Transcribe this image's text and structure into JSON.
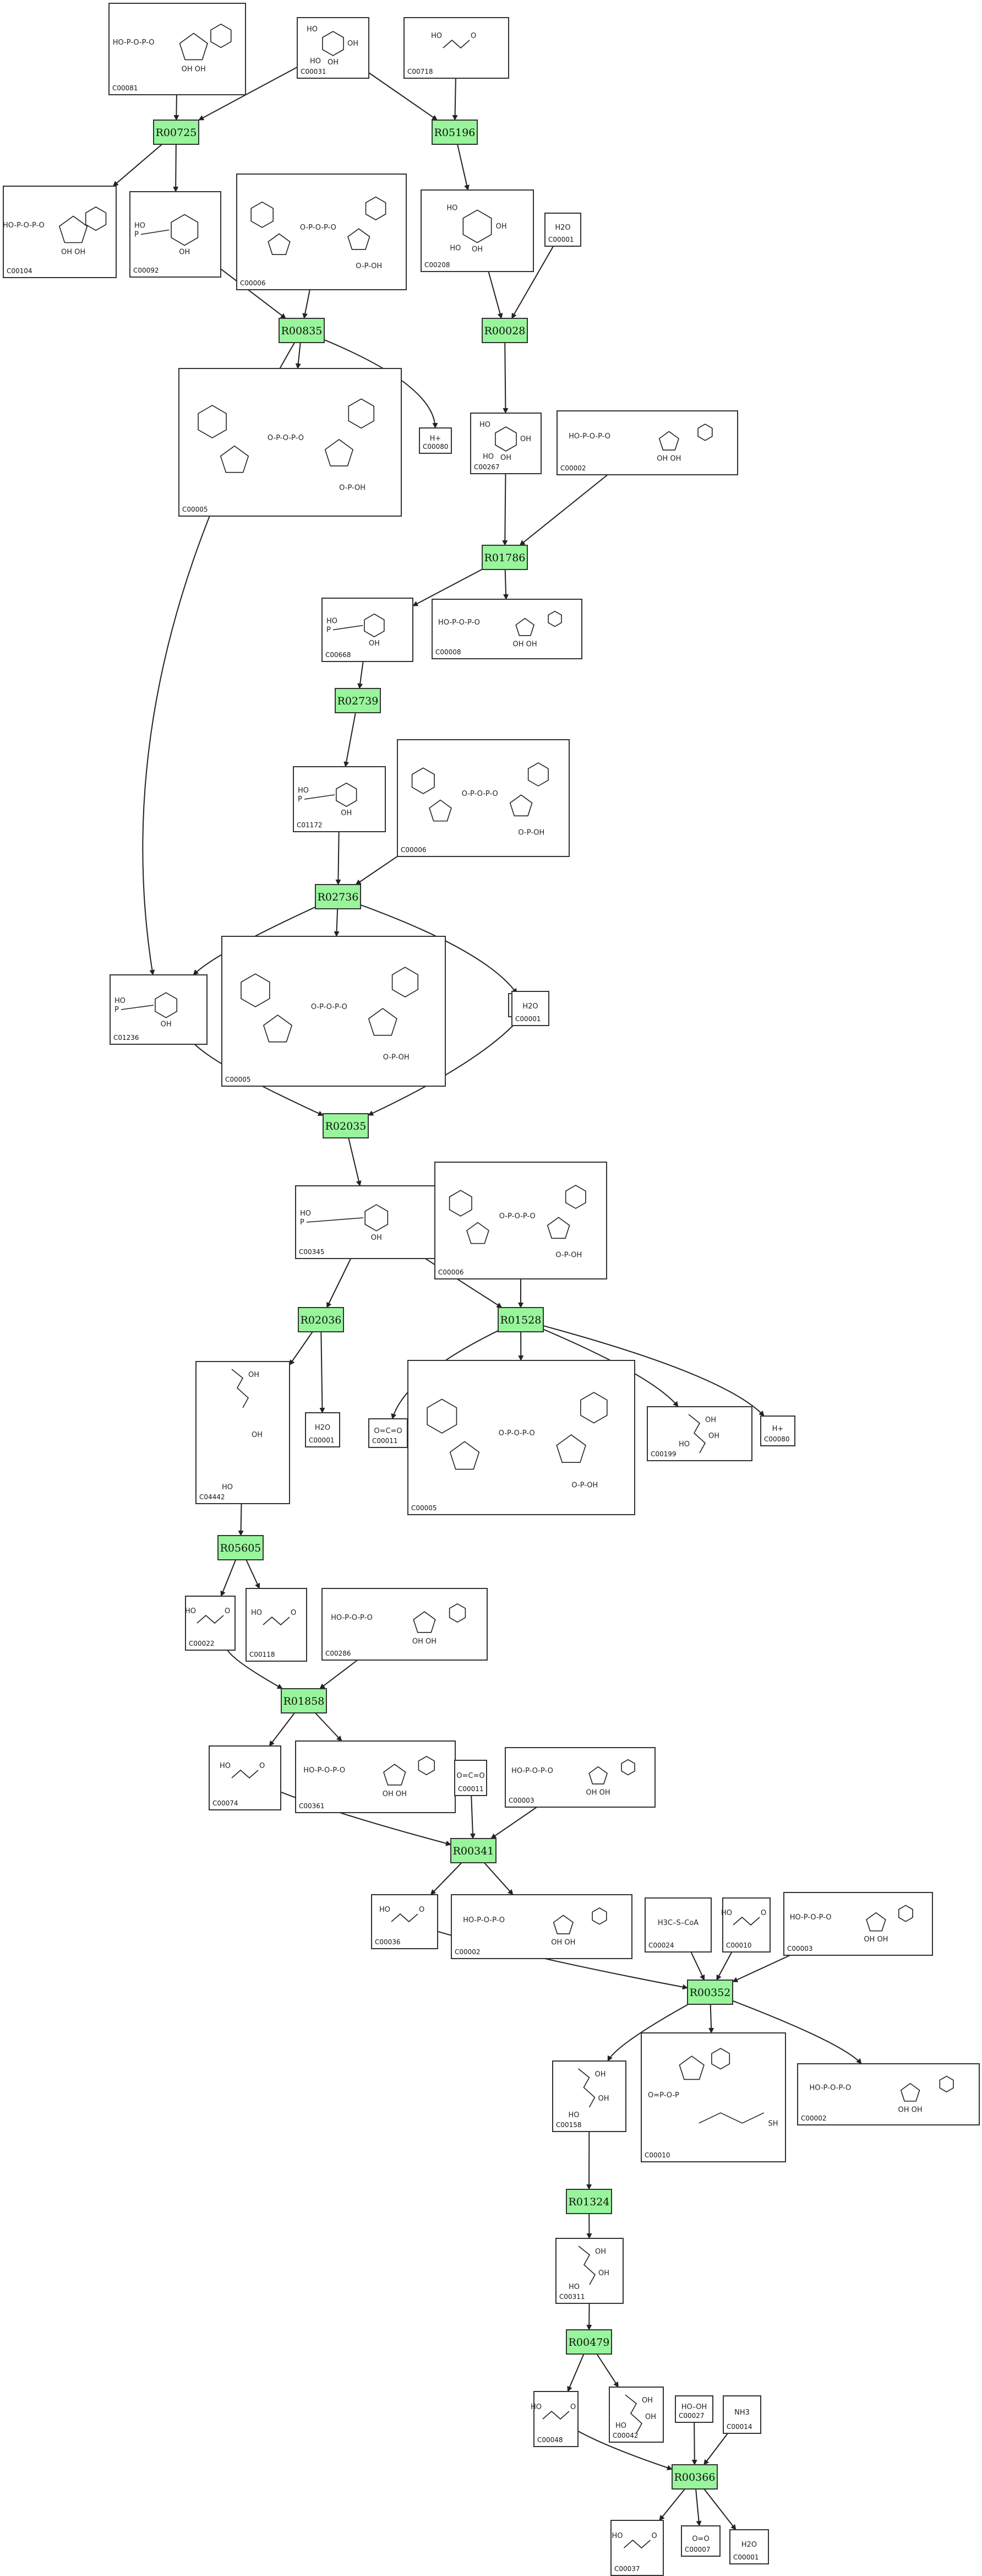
{
  "reactions": [
    {
      "id": "R00725"
    },
    {
      "id": "R05196"
    },
    {
      "id": "R00835"
    },
    {
      "id": "R00028"
    },
    {
      "id": "R01786"
    },
    {
      "id": "R02739"
    },
    {
      "id": "R02736"
    },
    {
      "id": "R02035"
    },
    {
      "id": "R02036"
    },
    {
      "id": "R01528"
    },
    {
      "id": "R05605"
    },
    {
      "id": "R01858"
    },
    {
      "id": "R00341"
    },
    {
      "id": "R00352"
    },
    {
      "id": "R01324"
    },
    {
      "id": "R00479"
    },
    {
      "id": "R00366"
    }
  ],
  "compounds": [
    {
      "id": "C00081",
      "kind": "nucleotide"
    },
    {
      "id": "C00031",
      "kind": "sugar"
    },
    {
      "id": "C00718",
      "kind": "polymer"
    },
    {
      "id": "C00104",
      "kind": "nucleotide"
    },
    {
      "id": "C00092",
      "kind": "sugarphosphate"
    },
    {
      "id": "C00006",
      "kind": "nadp"
    },
    {
      "id": "C00208",
      "kind": "sugar"
    },
    {
      "id": "C00001",
      "kind": "text",
      "text": "H2O"
    },
    {
      "id": "C00005",
      "kind": "nadp"
    },
    {
      "id": "C00080",
      "kind": "text",
      "text": "H+"
    },
    {
      "id": "C00267",
      "kind": "sugar"
    },
    {
      "id": "C00002",
      "kind": "nucleotide"
    },
    {
      "id": "C00668",
      "kind": "sugarphosphate"
    },
    {
      "id": "C00008",
      "kind": "nucleotide"
    },
    {
      "id": "C01172",
      "kind": "sugarphosphate"
    },
    {
      "id": "C00006",
      "kind": "nadp"
    },
    {
      "id": "C01236",
      "kind": "sugarphosphate"
    },
    {
      "id": "C00005",
      "kind": "nadp"
    },
    {
      "id": "C00080",
      "kind": "text",
      "text": "H+"
    },
    {
      "id": "C00001",
      "kind": "text",
      "text": "H2O"
    },
    {
      "id": "C00345",
      "kind": "sugarphosphate"
    },
    {
      "id": "C00006",
      "kind": "nadp"
    },
    {
      "id": "C04442",
      "kind": "chain"
    },
    {
      "id": "C00001",
      "kind": "text",
      "text": "H2O"
    },
    {
      "id": "C00011",
      "kind": "text",
      "text": "O=C=O"
    },
    {
      "id": "C00005",
      "kind": "nadp"
    },
    {
      "id": "C00199",
      "kind": "chain"
    },
    {
      "id": "C00080",
      "kind": "text",
      "text": "H+"
    },
    {
      "id": "C00022",
      "kind": "small"
    },
    {
      "id": "C00118",
      "kind": "small"
    },
    {
      "id": "C00286",
      "kind": "nucleotide"
    },
    {
      "id": "C00074",
      "kind": "small"
    },
    {
      "id": "C00361",
      "kind": "nucleotide"
    },
    {
      "id": "C00011",
      "kind": "text",
      "text": "O=C=O"
    },
    {
      "id": "C00003",
      "kind": "nucleotide"
    },
    {
      "id": "C00036",
      "kind": "small"
    },
    {
      "id": "C00002",
      "kind": "nucleotide"
    },
    {
      "id": "C00024",
      "kind": "text",
      "text": "H3C–S–CoA"
    },
    {
      "id": "C00010",
      "kind": "small"
    },
    {
      "id": "C00003",
      "kind": "nucleotide"
    },
    {
      "id": "C00158",
      "kind": "chain"
    },
    {
      "id": "C00010",
      "kind": "coa"
    },
    {
      "id": "C00002",
      "kind": "nucleotide"
    },
    {
      "id": "C00311",
      "kind": "chain"
    },
    {
      "id": "C00048",
      "kind": "small"
    },
    {
      "id": "C00042",
      "kind": "chain"
    },
    {
      "id": "C00027",
      "kind": "text",
      "text": "HO–OH"
    },
    {
      "id": "C00014",
      "kind": "text",
      "text": "NH3"
    },
    {
      "id": "C00037",
      "kind": "small"
    },
    {
      "id": "C00007",
      "kind": "text",
      "text": "O=O"
    },
    {
      "id": "C00001",
      "kind": "text",
      "text": "H2O"
    }
  ]
}
